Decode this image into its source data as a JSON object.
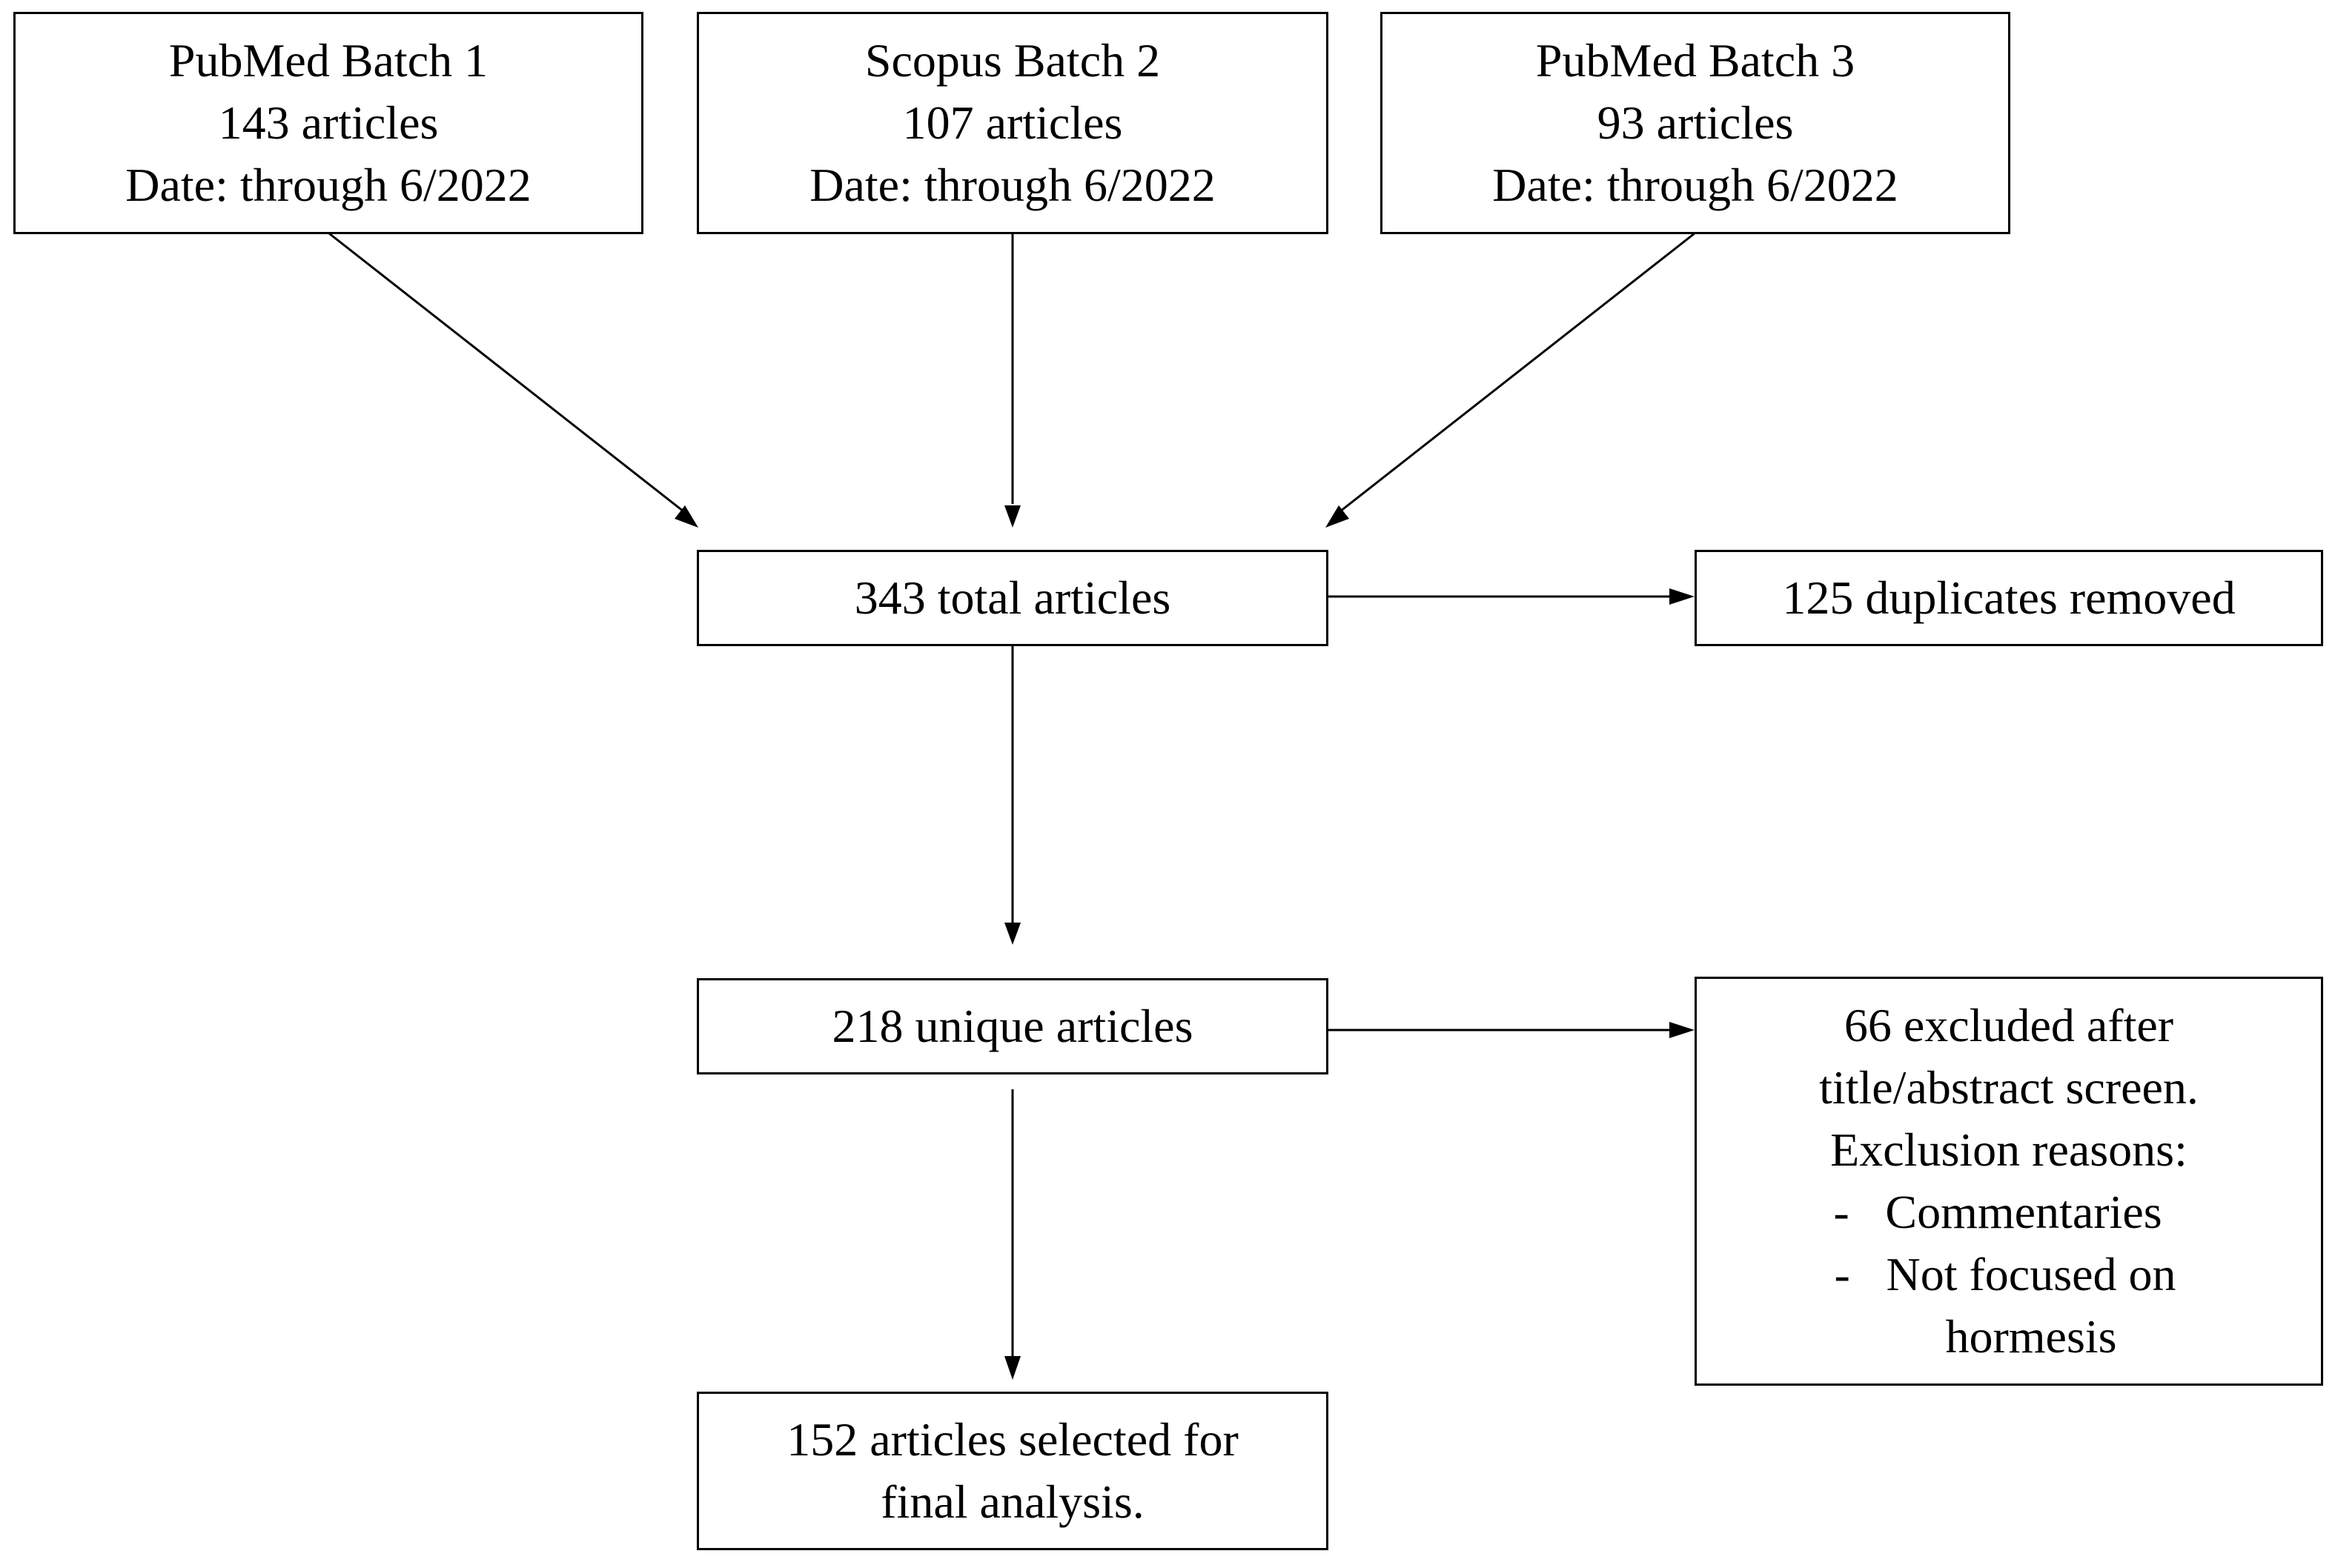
{
  "sources": [
    {
      "name": "PubMed Batch 1",
      "count": "143 articles",
      "date": "Date: through 6/2022"
    },
    {
      "name": "Scopus Batch 2",
      "count": "107 articles",
      "date": "Date: through 6/2022"
    },
    {
      "name": "PubMed Batch 3",
      "count": "93 articles",
      "date": "Date: through 6/2022"
    }
  ],
  "total": "343 total articles",
  "duplicates": "125 duplicates removed",
  "unique": "218 unique articles",
  "excluded": {
    "line1": "66 excluded after",
    "line2": "title/abstract screen.",
    "line3": "Exclusion reasons:",
    "reasons": [
      {
        "dash": "-",
        "text1": "Commentaries",
        "text2": ""
      },
      {
        "dash": "-",
        "text1": "Not focused on",
        "text2": "hormesis"
      }
    ]
  },
  "final": {
    "line1": "152 articles selected for",
    "line2": "final analysis."
  }
}
